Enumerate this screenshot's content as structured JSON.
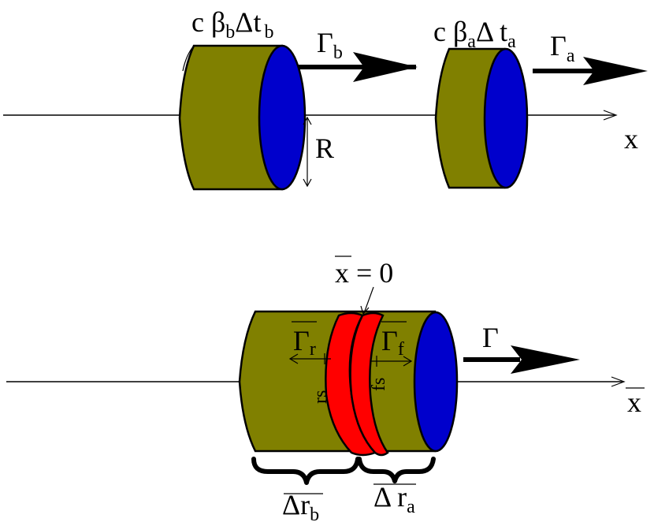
{
  "top": {
    "shell_b_label": {
      "main": "c β",
      "sub1": "b",
      "mid": "Δt",
      "sub2": "b"
    },
    "shell_a_label": {
      "main": "c β",
      "sub1": "a",
      "mid": "Δ t",
      "sub2": "a"
    },
    "gamma_b": {
      "main": "Γ",
      "sub": "b"
    },
    "gamma_a": {
      "main": "Γ",
      "sub": "a"
    },
    "radius_label": "R",
    "axis_label": "x"
  },
  "bottom": {
    "origin_label": "x = 0",
    "gamma_r": {
      "main": "Γ",
      "sub": "r"
    },
    "gamma_f": {
      "main": "Γ",
      "sub": "f"
    },
    "gamma": "Γ",
    "rs_label": "rs",
    "fs_label": "fs",
    "delta_rb": {
      "main": "Δr",
      "sub": "b"
    },
    "delta_ra": {
      "main": "Δ r",
      "sub": "a"
    },
    "axis_label": "x"
  },
  "colors": {
    "shell_body": "#808000",
    "shell_cap": "#0000cc",
    "shocked_region": "#ff0000"
  }
}
